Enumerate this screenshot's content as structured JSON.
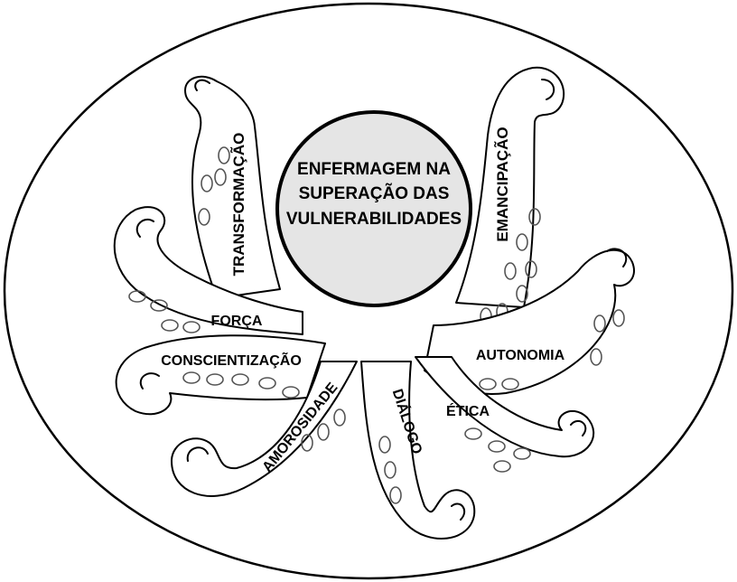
{
  "center": {
    "lines": [
      "ENFERMAGEM NA",
      "SUPERAÇÃO DAS",
      "VULNERABILIDADES"
    ]
  },
  "tentacles": {
    "transformacao": "TRANSFORMAÇÃO",
    "emancipacao": "EMANCIPAÇÃO",
    "forca": "FORÇA",
    "conscientizacao": "CONSCIENTIZAÇÃO",
    "autonomia": "AUTONOMIA",
    "amorosidade": "AMOROSIDADE",
    "dialogo": "DIÁLOGO",
    "etica": "ÉTICA"
  },
  "colors": {
    "stroke": "#000000",
    "fill": "#ffffff",
    "sucker": "#555555"
  }
}
